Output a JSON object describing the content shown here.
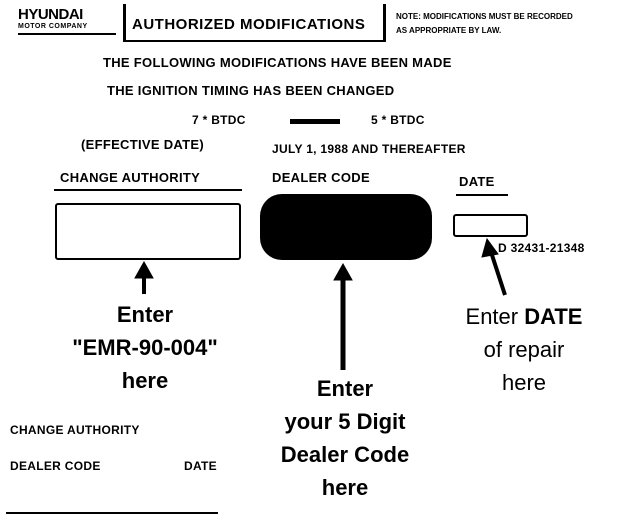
{
  "header": {
    "logo_text": "HYUNDAI",
    "logo_sub": "MOTOR COMPANY",
    "title": "AUTHORIZED MODIFICATIONS",
    "note_line1": "NOTE: MODIFICATIONS MUST BE RECORDED",
    "note_line2": "AS APPROPRIATE BY LAW."
  },
  "intro": {
    "line1": "THE FOLLOWING MODIFICATIONS HAVE BEEN MADE",
    "line2": "THE IGNITION TIMING HAS BEEN CHANGED",
    "timing_from": "7 * BTDC",
    "timing_to": "5 * BTDC",
    "effective_label": "(EFFECTIVE DATE)",
    "effective_value": "JULY 1, 1988  AND THEREAFTER"
  },
  "columns": {
    "change_authority": "CHANGE  AUTHORITY",
    "dealer_code": "DEALER  CODE",
    "date": "DATE"
  },
  "part_number": "D 32431-21348",
  "instructions": {
    "change_authority": [
      "Enter",
      "\"EMR-90-004\"",
      "here"
    ],
    "dealer_code": [
      "Enter",
      "your 5 Digit",
      "Dealer Code",
      "here"
    ],
    "date": {
      "line1_plain": "Enter ",
      "line1_bold": "DATE",
      "line2": "of repair",
      "line3": "here"
    }
  },
  "footer": {
    "change_authority": "CHANGE  AUTHORITY",
    "dealer_code": "DEALER  CODE",
    "date": "DATE"
  }
}
